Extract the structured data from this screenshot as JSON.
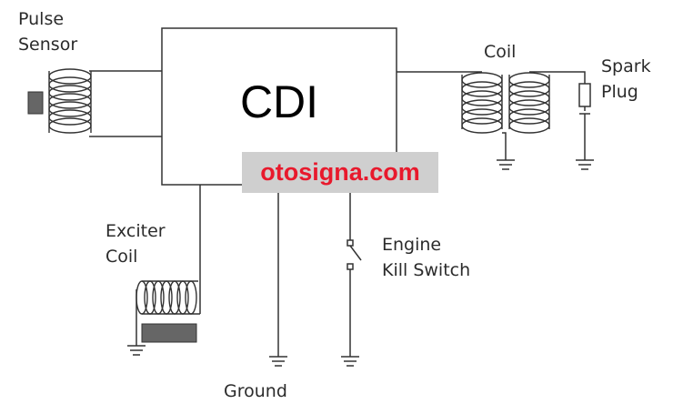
{
  "diagram": {
    "block_label": "CDI",
    "labels": {
      "pulse_sensor": [
        "Pulse",
        "Sensor"
      ],
      "coil": "Coil",
      "spark_plug": [
        "Spark",
        "Plug"
      ],
      "exciter_coil": [
        "Exciter",
        "Coil"
      ],
      "ground": "Ground",
      "engine_kill_switch": [
        "Engine",
        "Kill Switch"
      ]
    },
    "watermark": "otosigna.com",
    "colors": {
      "line": "#333333",
      "text": "#2b2b2b",
      "watermark_text": "#e8192c",
      "watermark_bg": "#cfcfcf",
      "core": "#666666"
    }
  }
}
